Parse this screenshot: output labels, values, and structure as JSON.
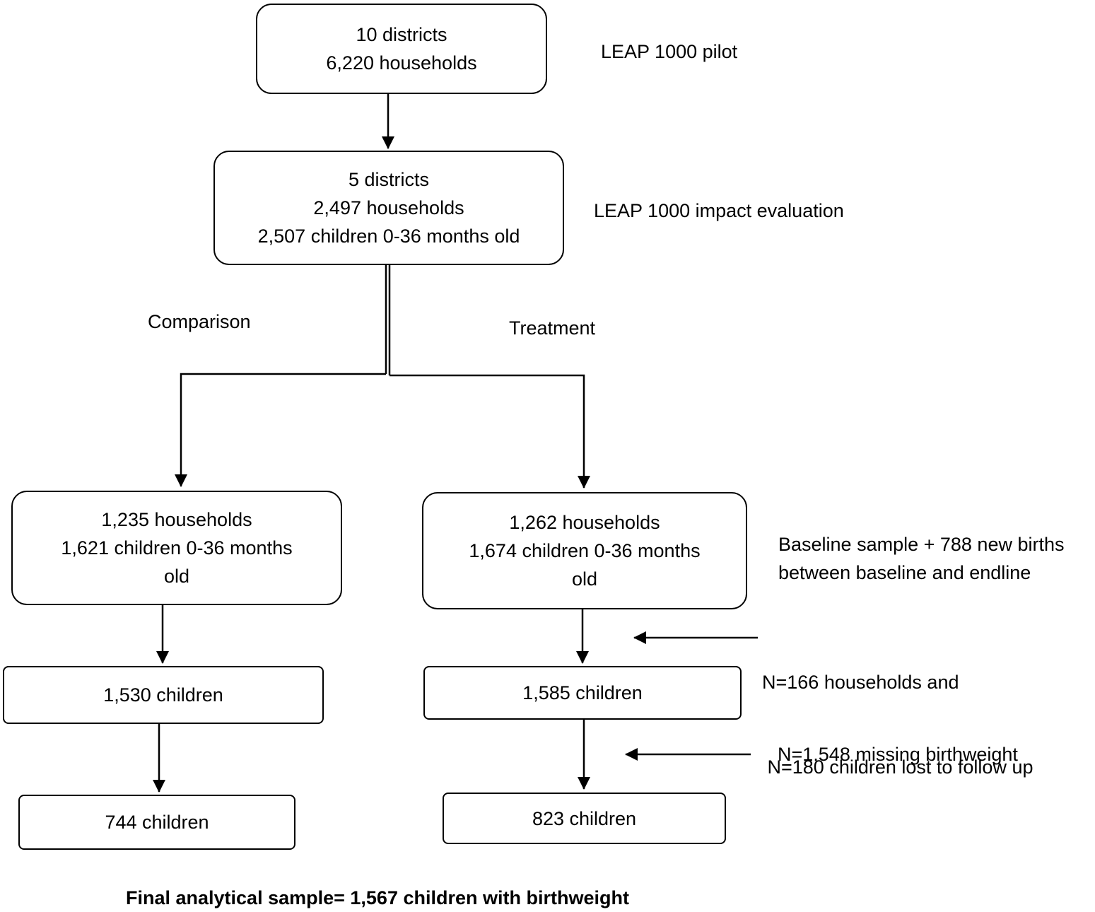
{
  "boxes": {
    "pilot": [
      "10 districts",
      "6,220 households"
    ],
    "impact": [
      "5 districts",
      "2,497 households",
      "2,507 children 0-36 months old"
    ],
    "comparison_baseline": [
      "1,235 households",
      "1,621 children 0-36 months",
      "old"
    ],
    "treatment_baseline": [
      "1,262 households",
      "1,674 children 0-36 months",
      "old"
    ],
    "comparison_followup": "1,530 children",
    "treatment_followup": "1,585 children",
    "comparison_final": "744 children",
    "treatment_final": "823 children"
  },
  "labels": {
    "pilot": "LEAP 1000 pilot",
    "impact": "LEAP 1000 impact evaluation",
    "comparison": "Comparison",
    "treatment": "Treatment",
    "new_births": [
      "Baseline sample + 788 new births",
      "between baseline and endline"
    ],
    "lost": [
      "N=166 households and",
      " N=180 children lost to follow up"
    ],
    "missing": "N=1,548 missing birthweight",
    "final": "Final analytical sample= 1,567 children with birthweight"
  }
}
